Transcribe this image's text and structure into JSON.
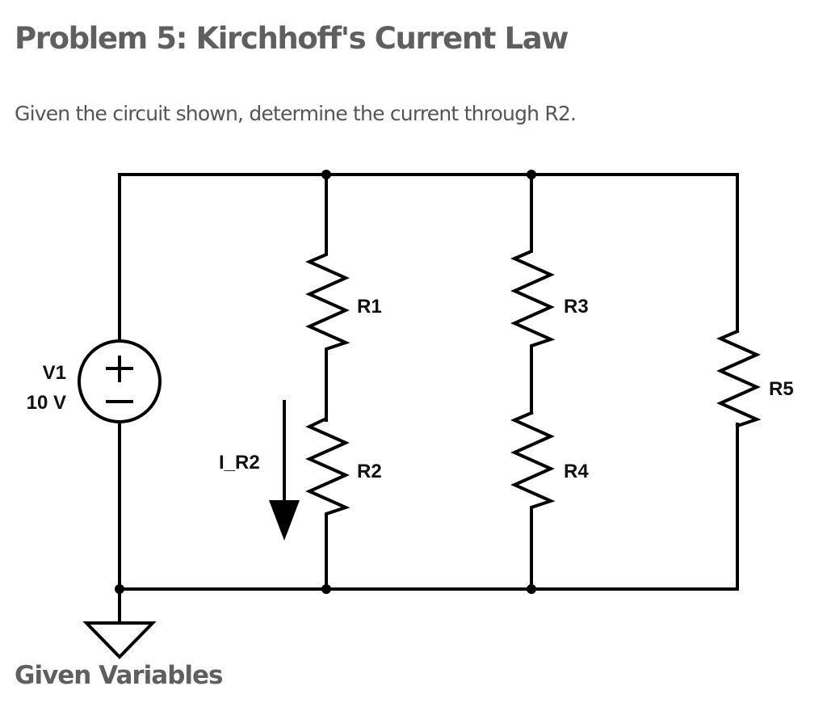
{
  "page": {
    "title": "Problem 5: Kirchhoff's Current Law",
    "prompt": "Given the circuit shown, determine the current through R2.",
    "section_heading": "Given Variables"
  },
  "circuit": {
    "source": {
      "name": "V1",
      "value": "10 V",
      "plus_symbol": "+",
      "minus_symbol": "−"
    },
    "resistors": [
      {
        "id": "R1",
        "label": "R1",
        "branch": "middle-left",
        "position": "top"
      },
      {
        "id": "R2",
        "label": "R2",
        "branch": "middle-left",
        "position": "bottom"
      },
      {
        "id": "R3",
        "label": "R3",
        "branch": "middle-right",
        "position": "top"
      },
      {
        "id": "R4",
        "label": "R4",
        "branch": "middle-right",
        "position": "bottom"
      },
      {
        "id": "R5",
        "label": "R5",
        "branch": "right",
        "position": "single"
      }
    ],
    "current_arrow": {
      "label": "I_R2",
      "direction": "down"
    },
    "ground": "ground-symbol",
    "node_dots": 5
  }
}
